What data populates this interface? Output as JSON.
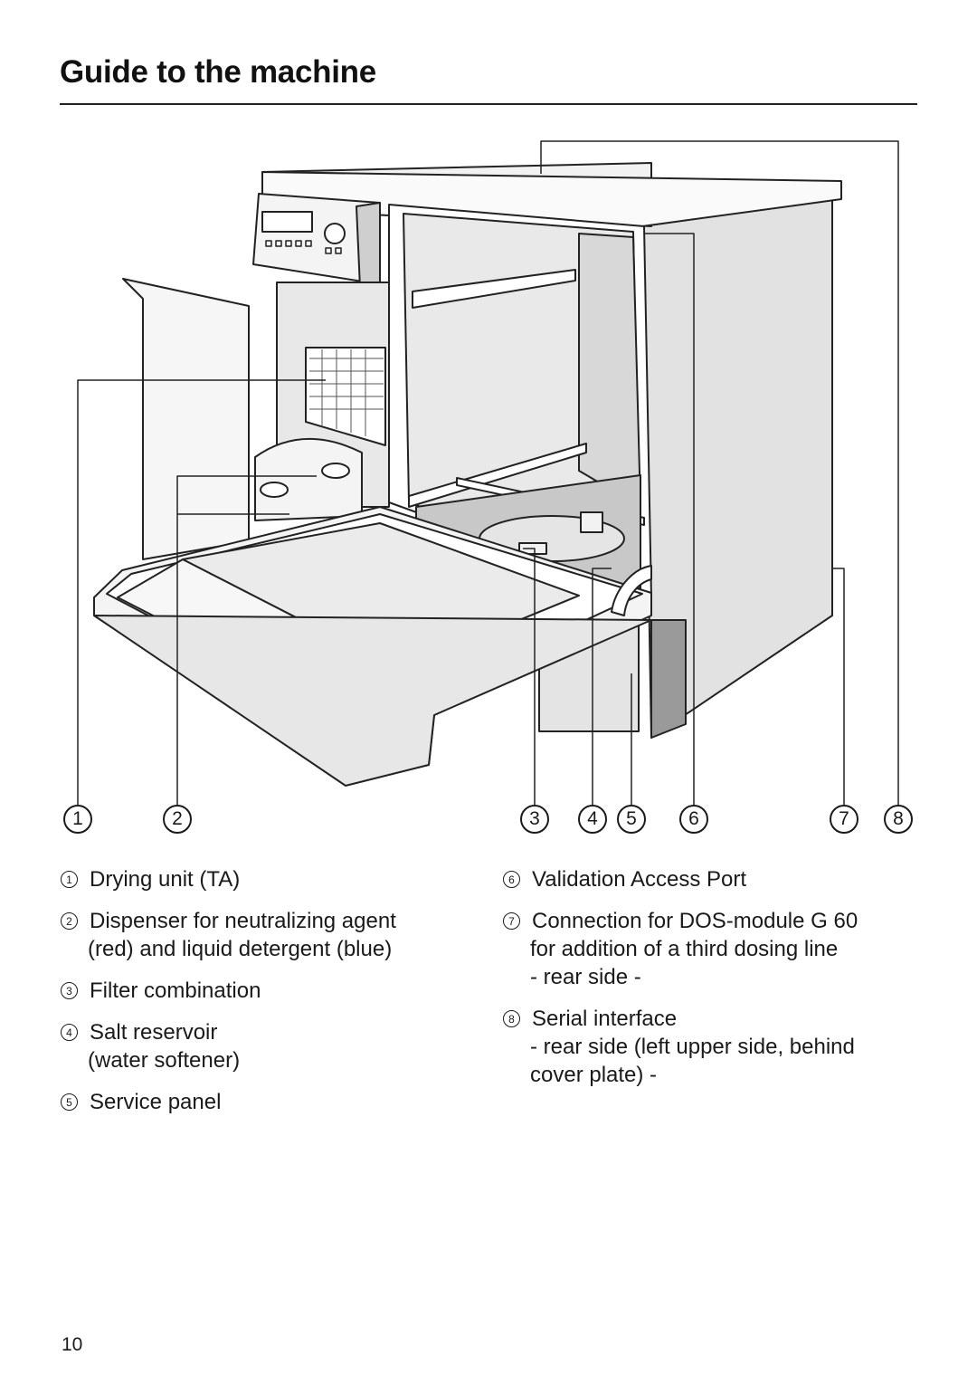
{
  "page": {
    "title": "Guide to the machine",
    "page_number": "10"
  },
  "callouts": [
    "1",
    "2",
    "3",
    "4",
    "5",
    "6",
    "7",
    "8"
  ],
  "legend_left": [
    {
      "num": "1",
      "lines": [
        "Drying unit (TA)"
      ]
    },
    {
      "num": "2",
      "lines": [
        "Dispenser for neutralizing agent",
        "(red) and liquid detergent (blue)"
      ]
    },
    {
      "num": "3",
      "lines": [
        "Filter combination"
      ]
    },
    {
      "num": "4",
      "lines": [
        "Salt reservoir",
        "(water softener)"
      ]
    },
    {
      "num": "5",
      "lines": [
        "Service panel"
      ]
    }
  ],
  "legend_right": [
    {
      "num": "6",
      "lines": [
        "Validation Access Port"
      ]
    },
    {
      "num": "7",
      "lines": [
        "Connection for DOS-module G 60",
        "for addition of a third dosing line",
        "- rear side -"
      ]
    },
    {
      "num": "8",
      "lines": [
        "Serial interface",
        "- rear side (left upper side, behind",
        "cover plate) -"
      ]
    }
  ]
}
